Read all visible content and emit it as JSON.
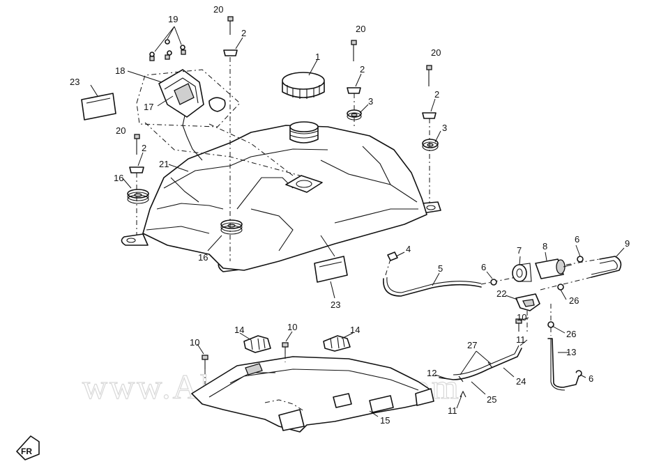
{
  "watermark": "www.Alpha-Sports.com",
  "direction_tag": "FR",
  "callouts": [
    {
      "id": "c1",
      "label": "1"
    },
    {
      "id": "c2a",
      "label": "2"
    },
    {
      "id": "c2b",
      "label": "2"
    },
    {
      "id": "c2c",
      "label": "2"
    },
    {
      "id": "c2d",
      "label": "2"
    },
    {
      "id": "c3a",
      "label": "3"
    },
    {
      "id": "c3b",
      "label": "3"
    },
    {
      "id": "c4",
      "label": "4"
    },
    {
      "id": "c5",
      "label": "5"
    },
    {
      "id": "c6a",
      "label": "6"
    },
    {
      "id": "c6b",
      "label": "6"
    },
    {
      "id": "c6c",
      "label": "6"
    },
    {
      "id": "c7",
      "label": "7"
    },
    {
      "id": "c8",
      "label": "8"
    },
    {
      "id": "c9",
      "label": "9"
    },
    {
      "id": "c10a",
      "label": "10"
    },
    {
      "id": "c10b",
      "label": "10"
    },
    {
      "id": "c10c",
      "label": "10"
    },
    {
      "id": "c11a",
      "label": "11"
    },
    {
      "id": "c11b",
      "label": "11"
    },
    {
      "id": "c12",
      "label": "12"
    },
    {
      "id": "c13",
      "label": "13"
    },
    {
      "id": "c14a",
      "label": "14"
    },
    {
      "id": "c14b",
      "label": "14"
    },
    {
      "id": "c15",
      "label": "15"
    },
    {
      "id": "c16a",
      "label": "16"
    },
    {
      "id": "c16b",
      "label": "16"
    },
    {
      "id": "c17",
      "label": "17"
    },
    {
      "id": "c18",
      "label": "18"
    },
    {
      "id": "c19",
      "label": "19"
    },
    {
      "id": "c20a",
      "label": "20"
    },
    {
      "id": "c20b",
      "label": "20"
    },
    {
      "id": "c20c",
      "label": "20"
    },
    {
      "id": "c20d",
      "label": "20"
    },
    {
      "id": "c21",
      "label": "21"
    },
    {
      "id": "c22",
      "label": "22"
    },
    {
      "id": "c23a",
      "label": "23"
    },
    {
      "id": "c23b",
      "label": "23"
    },
    {
      "id": "c24",
      "label": "24"
    },
    {
      "id": "c25",
      "label": "25"
    },
    {
      "id": "c26a",
      "label": "26"
    },
    {
      "id": "c26b",
      "label": "26"
    },
    {
      "id": "c27",
      "label": "27"
    }
  ]
}
